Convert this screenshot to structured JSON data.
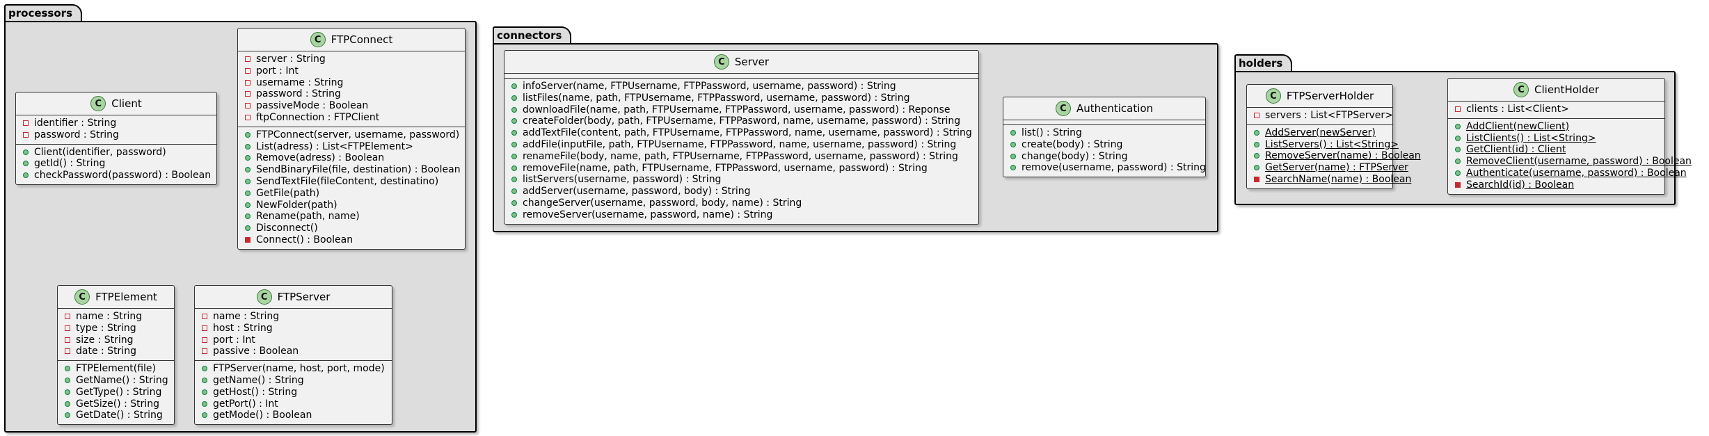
{
  "packages": {
    "processors": {
      "name": "processors",
      "classes": {
        "client": {
          "name": "Client",
          "fields": [
            {
              "text": "identifier : String",
              "vis": "private"
            },
            {
              "text": "password : String",
              "vis": "private"
            }
          ],
          "methods": [
            {
              "text": "Client(identifier, password)",
              "vis": "public"
            },
            {
              "text": "getId() : String",
              "vis": "public"
            },
            {
              "text": "checkPassword(password) : Boolean",
              "vis": "public"
            }
          ]
        },
        "ftpconnect": {
          "name": "FTPConnect",
          "fields": [
            {
              "text": "server : String",
              "vis": "private"
            },
            {
              "text": "port : Int",
              "vis": "private"
            },
            {
              "text": "username : String",
              "vis": "private"
            },
            {
              "text": "password : String",
              "vis": "private"
            },
            {
              "text": "passiveMode : Boolean",
              "vis": "private"
            },
            {
              "text": "ftpConnection : FTPClient",
              "vis": "private"
            }
          ],
          "methods": [
            {
              "text": "FTPConnect(server, username, password)",
              "vis": "public"
            },
            {
              "text": "List(adress) : List<FTPElement>",
              "vis": "public"
            },
            {
              "text": "Remove(adress) : Boolean",
              "vis": "public"
            },
            {
              "text": "SendBinaryFile(file, destination) : Boolean",
              "vis": "public"
            },
            {
              "text": "SendTextFile(fileContent, destinatino)",
              "vis": "public"
            },
            {
              "text": "GetFile(path)",
              "vis": "public"
            },
            {
              "text": "NewFolder(path)",
              "vis": "public"
            },
            {
              "text": "Rename(path, name)",
              "vis": "public"
            },
            {
              "text": "Disconnect()",
              "vis": "public"
            },
            {
              "text": "Connect() : Boolean",
              "vis": "private"
            }
          ]
        },
        "ftpelement": {
          "name": "FTPElement",
          "fields": [
            {
              "text": "name : String",
              "vis": "private"
            },
            {
              "text": "type : String",
              "vis": "private"
            },
            {
              "text": "size : String",
              "vis": "private"
            },
            {
              "text": "date : String",
              "vis": "private"
            }
          ],
          "methods": [
            {
              "text": "FTPElement(file)",
              "vis": "public"
            },
            {
              "text": "GetName() : String",
              "vis": "public"
            },
            {
              "text": "GetType() : String",
              "vis": "public"
            },
            {
              "text": "GetSize() : String",
              "vis": "public"
            },
            {
              "text": "GetDate() : String",
              "vis": "public"
            }
          ]
        },
        "ftpserver": {
          "name": "FTPServer",
          "fields": [
            {
              "text": "name : String",
              "vis": "private"
            },
            {
              "text": "host : String",
              "vis": "private"
            },
            {
              "text": "port : Int",
              "vis": "private"
            },
            {
              "text": "passive : Boolean",
              "vis": "private"
            }
          ],
          "methods": [
            {
              "text": "FTPServer(name, host, port, mode)",
              "vis": "public"
            },
            {
              "text": "getName() : String",
              "vis": "public"
            },
            {
              "text": "getHost() : String",
              "vis": "public"
            },
            {
              "text": "getPort() : Int",
              "vis": "public"
            },
            {
              "text": "getMode() : Boolean",
              "vis": "public"
            }
          ]
        }
      }
    },
    "connectors": {
      "name": "connectors",
      "classes": {
        "server": {
          "name": "Server",
          "fields": [],
          "methods": [
            {
              "text": "infoServer(name, FTPUsername, FTPPassword, username, password) : String",
              "vis": "public"
            },
            {
              "text": "listFiles(name, path, FTPUsername, FTPPassword, username, password) : String",
              "vis": "public"
            },
            {
              "text": "downloadFile(name, path, FTPUsername, FTPPassword, username, password) : Reponse",
              "vis": "public"
            },
            {
              "text": "createFolder(body, path, FTPUsername, FTPPasword, name, username, password) : String",
              "vis": "public"
            },
            {
              "text": "addTextFile(content, path, FTPUsername, FTPPassword, name, username, password) : String",
              "vis": "public"
            },
            {
              "text": "addFile(inputFile, path, FTPUsername, FTPPassword, name, username, password) : String",
              "vis": "public"
            },
            {
              "text": "renameFile(body, name, path, FTPUsername, FTPPassword, username, password) : String",
              "vis": "public"
            },
            {
              "text": "removeFile(name, path, FTPUsername, FTPPassword, username, password) : String",
              "vis": "public"
            },
            {
              "text": "listServers(username, password) : String",
              "vis": "public"
            },
            {
              "text": "addServer(username, password, body) : String",
              "vis": "public"
            },
            {
              "text": "changeServer(username, password, body, name) : String",
              "vis": "public"
            },
            {
              "text": "removeServer(username, password, name) : String",
              "vis": "public"
            }
          ]
        },
        "authentication": {
          "name": "Authentication",
          "fields": [],
          "methods": [
            {
              "text": "list() : String",
              "vis": "public"
            },
            {
              "text": "create(body) : String",
              "vis": "public"
            },
            {
              "text": "change(body) : String",
              "vis": "public"
            },
            {
              "text": "remove(username, password) : String",
              "vis": "public"
            }
          ]
        }
      }
    },
    "holders": {
      "name": "holders",
      "classes": {
        "ftpserverholder": {
          "name": "FTPServerHolder",
          "fields": [
            {
              "text": "servers : List<FTPServer>",
              "vis": "private"
            }
          ],
          "methods": [
            {
              "text": "AddServer(newServer)",
              "vis": "public",
              "static": true
            },
            {
              "text": "ListServers() : List<String>",
              "vis": "public",
              "static": true
            },
            {
              "text": "RemoveServer(name) : Boolean",
              "vis": "public",
              "static": true
            },
            {
              "text": "GetServer(name) : FTPServer",
              "vis": "public",
              "static": true
            },
            {
              "text": "SearchName(name) : Boolean",
              "vis": "private",
              "static": true
            }
          ]
        },
        "clientholder": {
          "name": "ClientHolder",
          "fields": [
            {
              "text": "clients : List<Client>",
              "vis": "private"
            }
          ],
          "methods": [
            {
              "text": "AddClient(newClient)",
              "vis": "public",
              "static": true
            },
            {
              "text": "ListClients() : List<String>",
              "vis": "public",
              "static": true
            },
            {
              "text": "GetClient(id) : Client",
              "vis": "public",
              "static": true
            },
            {
              "text": "RemoveClient(username, password) : Boolean",
              "vis": "public",
              "static": true
            },
            {
              "text": "Authenticate(username, password) : Boolean",
              "vis": "public",
              "static": true
            },
            {
              "text": "SearchId(id) : Boolean",
              "vis": "private",
              "static": true
            }
          ]
        }
      }
    }
  },
  "class_icon_letter": "C",
  "colors": {
    "package_fill": "#dddddd",
    "class_fill": "#f1f1f1",
    "class_icon": "#a9d5a2",
    "public_marker": "#84be84",
    "private_marker": "#c82930"
  }
}
